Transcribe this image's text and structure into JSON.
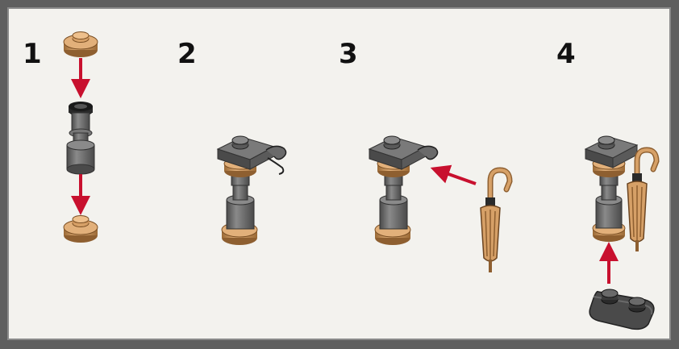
{
  "steps": [
    {
      "number": "1"
    },
    {
      "number": "2"
    },
    {
      "number": "3"
    },
    {
      "number": "4"
    }
  ],
  "colors": {
    "background": "#f3f2ee",
    "frame": "#5f5f5f",
    "brick_gray": "#6b6b6b",
    "brick_gray_dark": "#3e3e3e",
    "brick_tan": "#d6a067",
    "brick_tan_dark": "#8e5f30",
    "black": "#1a1a1a",
    "arrow_red": "#c8102e"
  },
  "icons": [
    "round-tan-plate-icon",
    "gray-bar-holder-icon",
    "plate-with-clip-icon",
    "tan-umbrella-icon",
    "dark-gray-jumper-plate-icon",
    "red-arrow-icon"
  ]
}
